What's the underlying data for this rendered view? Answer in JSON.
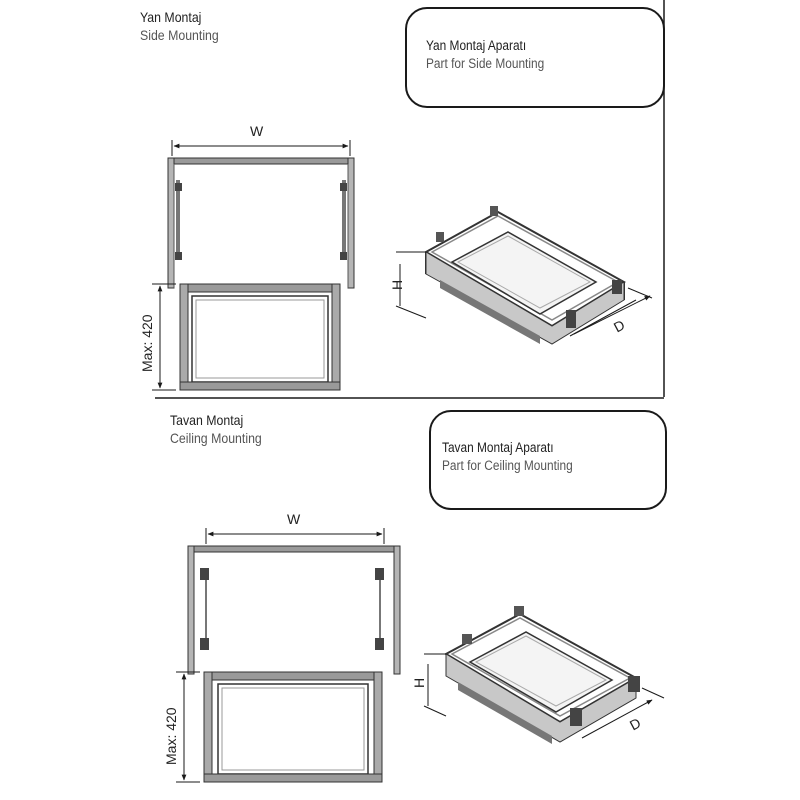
{
  "side": {
    "title": "Yan Montaj",
    "subtitle": "Side Mounting",
    "part_title": "Yan Montaj Aparatı",
    "part_subtitle": "Part for Side Mounting",
    "dim_w": "W",
    "dim_h": "H",
    "dim_d": "D",
    "dim_max": "Max: 420"
  },
  "ceiling": {
    "title": "Tavan Montaj",
    "subtitle": "Ceiling Mounting",
    "part_title": "Tavan Montaj Aparatı",
    "part_subtitle": "Part for Ceiling Mounting",
    "dim_w": "W",
    "dim_h": "H",
    "dim_d": "D",
    "dim_max": "Max: 420"
  },
  "colors": {
    "line": "#1a1a1a",
    "metal": "#8a8a8a",
    "metal_light": "#c8c8c8",
    "metal_dark": "#444444"
  }
}
